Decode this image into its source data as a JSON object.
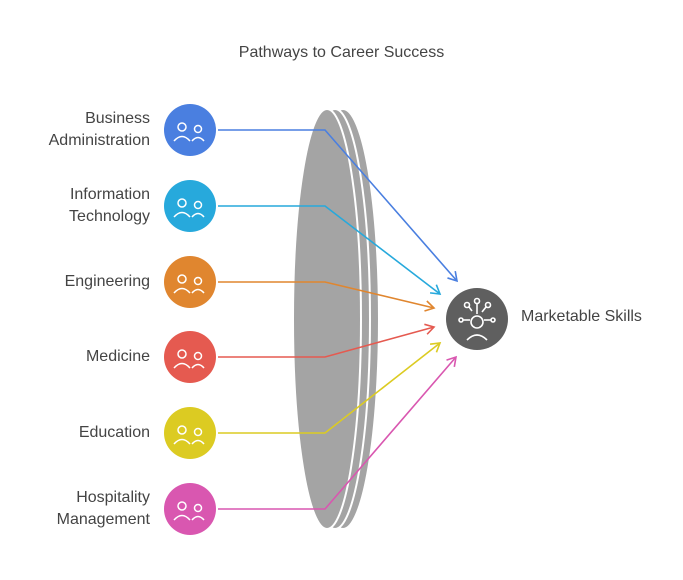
{
  "title": "Pathways to Career Success",
  "pathways": [
    {
      "line1": "Business",
      "line2": "Administration",
      "color": "#4a7fe0",
      "icon": "meeting-icon"
    },
    {
      "line1": "Information",
      "line2": "Technology",
      "color": "#27a9dc",
      "icon": "network-people-icon"
    },
    {
      "line1": "Engineering",
      "line2": "",
      "color": "#e0862f",
      "icon": "crane-icon"
    },
    {
      "line1": "Medicine",
      "line2": "",
      "color": "#e55a50",
      "icon": "doctor-patient-icon"
    },
    {
      "line1": "Education",
      "line2": "",
      "color": "#dccb22",
      "icon": "teacher-student-icon"
    },
    {
      "line1": "Hospitality",
      "line2": "Management",
      "color": "#d957b0",
      "icon": "reception-icon"
    }
  ],
  "target": {
    "label": "Marketable Skills",
    "color": "#5f5f5f",
    "icon": "skills-person-icon"
  }
}
